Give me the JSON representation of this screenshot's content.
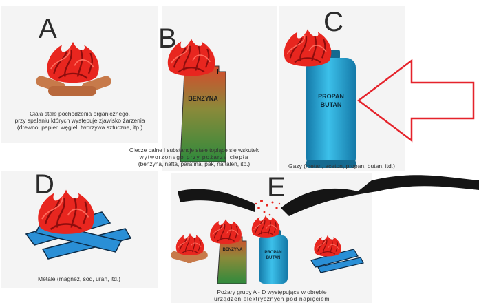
{
  "panels": {
    "a": {
      "letter": "A",
      "caption": [
        "Ciała stałe pochodzenia organicznego,",
        "przy spalaniu których występuje zjawisko żarzenia",
        "(drewno, papier, węgiel, tworzywa sztuczne, itp.)"
      ]
    },
    "b": {
      "letter": "B",
      "can_label": "BENZYNA",
      "caption": [
        "Ciecze palne i substancje stałe topiące się wskutek",
        "wytworzonego przy pożarze ciepła",
        "(benzyna, nafta, parafina, pak, naftalen, itp.)"
      ]
    },
    "c": {
      "letter": "C",
      "tank_label_1": "PROPAN",
      "tank_label_2": "BUTAN",
      "caption": [
        "Gazy (metan, aceton, propan, butan, itd.)"
      ]
    },
    "d": {
      "letter": "D",
      "caption": [
        "Metale (magnez, sód, uran, itd.)"
      ]
    },
    "e": {
      "letter": "E",
      "can_label": "BENZYNA",
      "tank_label_1": "PROPAN",
      "tank_label_2": "BUTAN",
      "caption": [
        "Pożary grupy A - D występujące w obrębie",
        "urządzeń elektrycznych pod napięciem"
      ]
    }
  },
  "colors": {
    "fire": "#e8261f",
    "wood": "#c77a4a",
    "can_top": "#d64a2c",
    "can_bottom": "#2f8a3c",
    "tank": "#1e9fcf",
    "metal": "#2a8fd6",
    "arrow": "#e5232b",
    "cable": "#151515"
  }
}
